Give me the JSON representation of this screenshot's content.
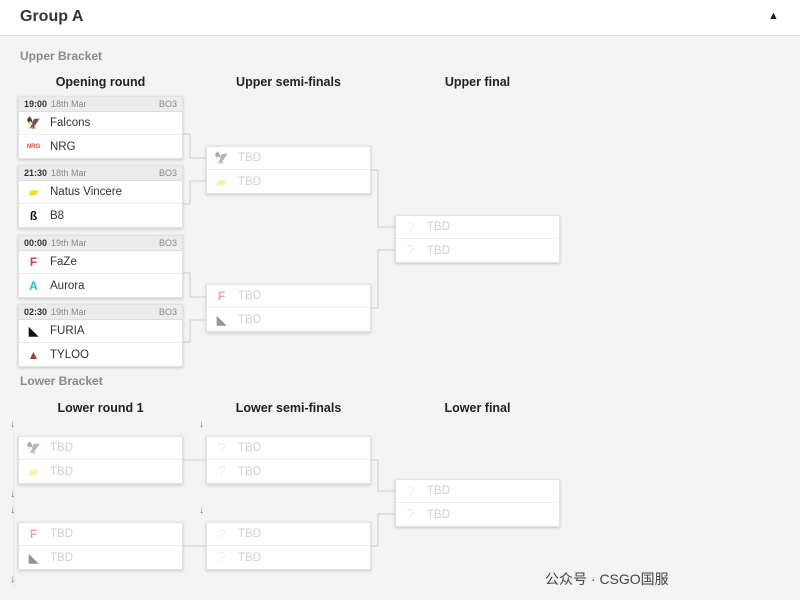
{
  "header": {
    "title": "Group A",
    "collapse_icon": "caret-up-icon"
  },
  "upper": {
    "label": "Upper Bracket",
    "rounds": [
      "Opening round",
      "Upper semi-finals",
      "Upper final"
    ],
    "opening": [
      {
        "time": "19:00",
        "date": "18th Mar",
        "format": "BO3",
        "teams": [
          {
            "name": "Falcons",
            "logo": "falcons"
          },
          {
            "name": "NRG",
            "logo": "nrg"
          }
        ]
      },
      {
        "time": "21:30",
        "date": "18th Mar",
        "format": "BO3",
        "teams": [
          {
            "name": "Natus Vincere",
            "logo": "navi"
          },
          {
            "name": "B8",
            "logo": "b8"
          }
        ]
      },
      {
        "time": "00:00",
        "date": "19th Mar",
        "format": "BO3",
        "teams": [
          {
            "name": "FaZe",
            "logo": "faze"
          },
          {
            "name": "Aurora",
            "logo": "aurora"
          }
        ]
      },
      {
        "time": "02:30",
        "date": "19th Mar",
        "format": "BO3",
        "teams": [
          {
            "name": "FURIA",
            "logo": "furia"
          },
          {
            "name": "TYLOO",
            "logo": "tyloo"
          }
        ]
      }
    ],
    "semis": [
      {
        "teams": [
          {
            "name": "TBD",
            "logo": "falcons"
          },
          {
            "name": "TBD",
            "logo": "navi"
          }
        ]
      },
      {
        "teams": [
          {
            "name": "TBD",
            "logo": "faze"
          },
          {
            "name": "TBD",
            "logo": "furia"
          }
        ]
      }
    ],
    "final": [
      {
        "teams": [
          {
            "name": "TBD",
            "logo": "unknown"
          },
          {
            "name": "TBD",
            "logo": "unknown"
          }
        ]
      }
    ]
  },
  "lower": {
    "label": "Lower Bracket",
    "rounds": [
      "Lower round 1",
      "Lower semi-finals",
      "Lower final"
    ],
    "round1": [
      {
        "teams": [
          {
            "name": "TBD",
            "logo": "falcons"
          },
          {
            "name": "TBD",
            "logo": "navi"
          }
        ]
      },
      {
        "teams": [
          {
            "name": "TBD",
            "logo": "faze"
          },
          {
            "name": "TBD",
            "logo": "furia"
          }
        ]
      }
    ],
    "semis": [
      {
        "teams": [
          {
            "name": "TBD",
            "logo": "unknown"
          },
          {
            "name": "TBD",
            "logo": "unknown"
          }
        ]
      },
      {
        "teams": [
          {
            "name": "TBD",
            "logo": "unknown"
          },
          {
            "name": "TBD",
            "logo": "unknown"
          }
        ]
      }
    ],
    "final": [
      {
        "teams": [
          {
            "name": "TBD",
            "logo": "unknown"
          },
          {
            "name": "TBD",
            "logo": "unknown"
          }
        ]
      }
    ]
  },
  "drop_arrow": "↓",
  "watermark": "公众号 · CSGO国服",
  "colors": {
    "falcons": "#3dbb85",
    "nrg": "#e8432f",
    "navi": "#f2e01a",
    "faze": "#e2334a",
    "aurora": "#2bc0c0",
    "furia": "#111111",
    "tyloo": "#a83a3a",
    "b8": "#111111"
  }
}
